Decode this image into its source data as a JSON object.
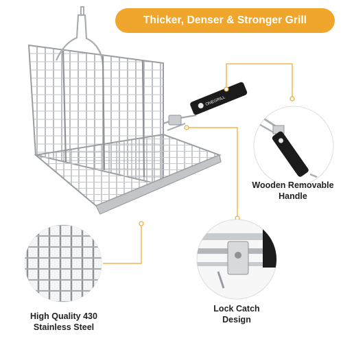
{
  "banner": {
    "title": "Thicker, Denser & Stronger Grill"
  },
  "callouts": {
    "handle_label": "Wooden Removable\nHandle",
    "lock_label": "Lock Catch\nDesign",
    "steel_label": "High Quality 430\nStainless Steel"
  },
  "brand": {
    "logo_text": "ONEGRILL"
  },
  "colors": {
    "accent": "#f0a52c",
    "steel": "#b5b8bc",
    "handle": "#1b1b1b",
    "text": "#222222"
  }
}
